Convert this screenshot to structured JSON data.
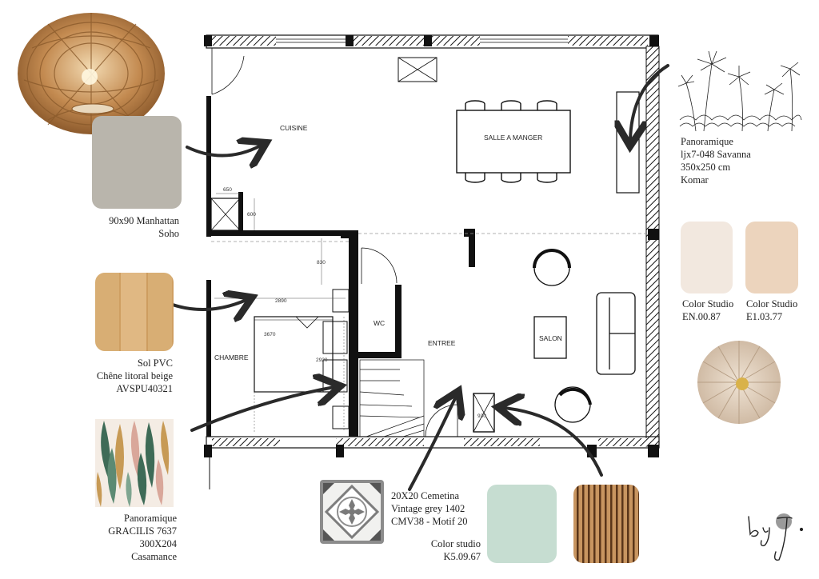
{
  "rooms": {
    "cuisine": "CUISINE",
    "salle_a_manger": "SALLE A MANGER",
    "chambre": "CHAMBRE",
    "wc": "WC",
    "entree": "ENTREE",
    "salon": "SALON"
  },
  "dimensions": {
    "d650": "650",
    "d600": "600",
    "d830": "830",
    "d2890": "2890",
    "d3670": "3670",
    "d2920": "2920",
    "d930": "930"
  },
  "materials": {
    "tile_kitchen": {
      "line1": "90x90 Manhattan",
      "line2": "Soho",
      "color": "#b9b5ac"
    },
    "wallpaper_savanna": {
      "line1": "Panoramique",
      "line2": "ljx7-048 Savanna",
      "line3": "350x250 cm",
      "line4": "Komar"
    },
    "floor_pvc": {
      "line1": "Sol PVC",
      "line2": "Chêne litoral beige",
      "line3": "AVSPU40321",
      "color": "#d6ac72"
    },
    "paint_en": {
      "line1": "Color Studio",
      "line2": "EN.00.87",
      "color": "#f2e8df"
    },
    "paint_e1": {
      "line1": "Color Studio",
      "line2": "E1.03.77",
      "color": "#ecd4bd"
    },
    "wallpaper_gracilis": {
      "line1": "Panoramique",
      "line2": "GRACILIS 7637",
      "line3": "300X204",
      "line4": "Casamance"
    },
    "tile_cemetina": {
      "line1": "20X20 Cemetina",
      "line2": "Vintage grey 1402",
      "line3": "CMV38 - Motif 20"
    },
    "paint_k5": {
      "line1": "Color studio",
      "line2": "K5.09.67",
      "color": "#c6ddd1"
    }
  },
  "colors": {
    "wall": "#111111",
    "rattan": "#b8834e",
    "wood_slat": "#8a5a2e",
    "leaf_green": "#3e6b57",
    "leaf_gold": "#c79a55",
    "leaf_pink": "#d9a79a"
  },
  "signature_text": "by J."
}
